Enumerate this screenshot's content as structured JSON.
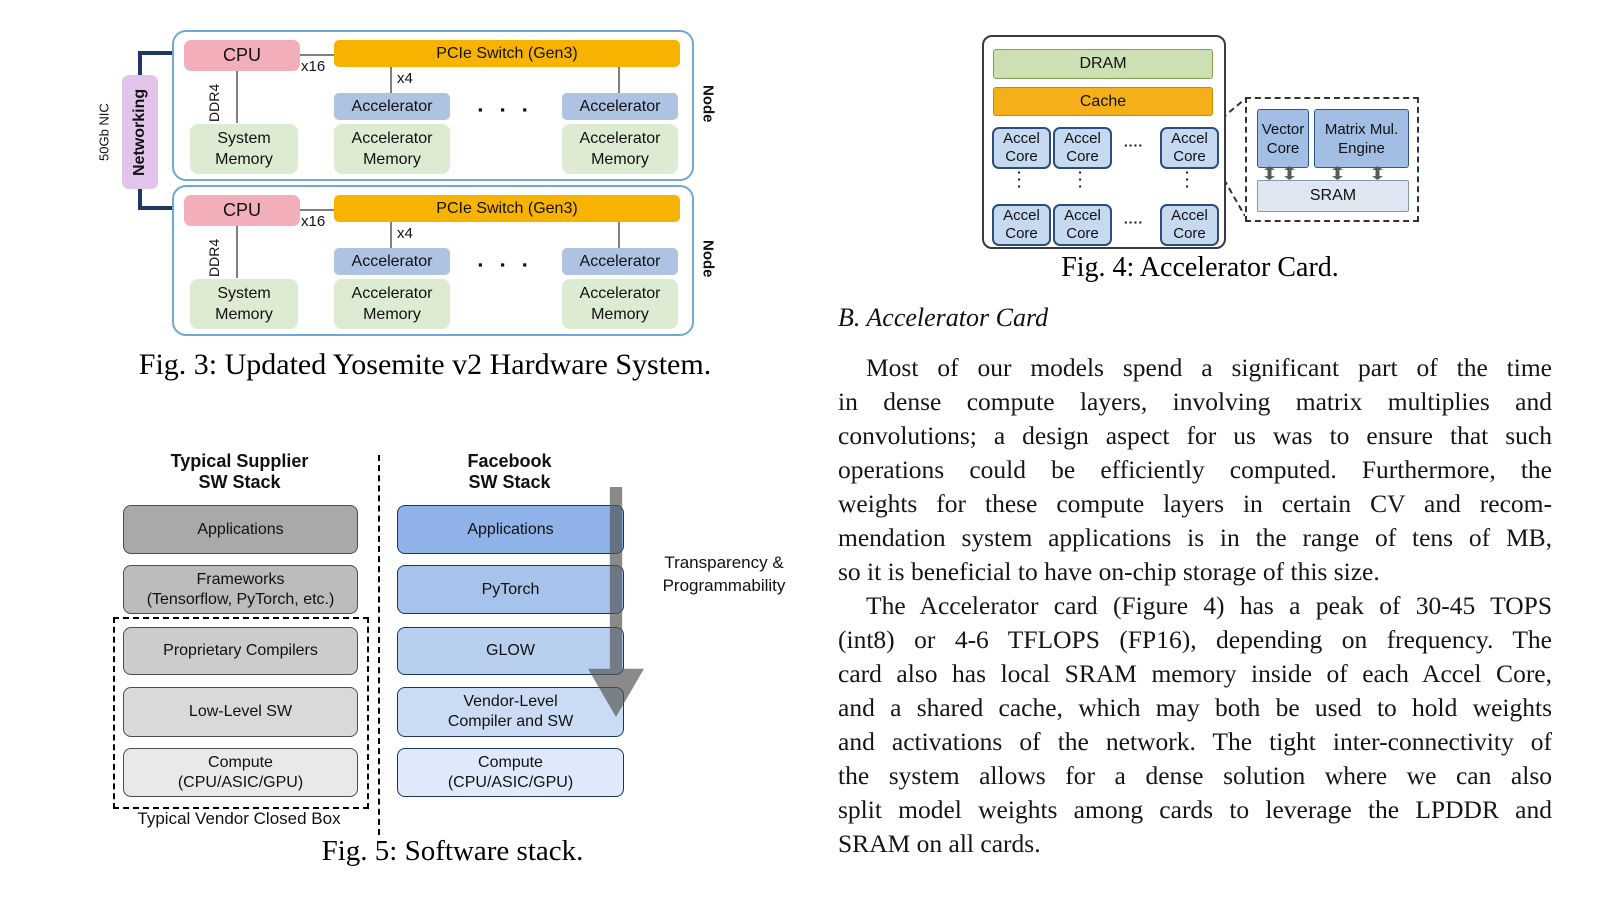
{
  "colors": {
    "node_border": "#6FA8D6",
    "cpu_pink": "#F2AFB9",
    "pcie_orange": "#F8B301",
    "accelerator_blue": "#AEC3E3",
    "memory_green": "#DDEBD3",
    "networking_lavender": "#E2C3EA",
    "network_link_navy": "#1F3864",
    "dram_green": "#CDE0B4",
    "cache_orange": "#F5AF19",
    "accel_core_blue": "#C5D9F1",
    "sram_gray_blue": "#DEE6F2",
    "fb_stack_blue": "#8FB3E8",
    "supplier_stack_gray": "#A9A9A9",
    "arrow_gray": "#525252"
  },
  "figure3": {
    "caption": "Fig. 3: Updated Yosemite v2 Hardware System.",
    "networking_label": "Networking",
    "nic_label": "50Gb NIC",
    "node": {
      "node_label": "Node",
      "cpu_label": "CPU",
      "pcie_label": "PCIe Switch (Gen3)",
      "x16_label": "x16",
      "x4_label": "x4",
      "ddr4_label": "DDR4",
      "accelerator_label": "Accelerator",
      "system_memory_label": "System\nMemory",
      "accelerator_memory_label": "Accelerator\nMemory",
      "dots": "▪ ▪ ▪"
    }
  },
  "figure4": {
    "caption": "Fig. 4: Accelerator Card.",
    "dram_label": "DRAM",
    "cache_label": "Cache",
    "accel_core_label": "Accel\nCore",
    "hdots": "▪▪▪▪",
    "vdots": "▪\n▪\n▪",
    "detail": {
      "vector_core_label": "Vector\nCore",
      "matrix_engine_label": "Matrix Mul.\nEngine",
      "sram_label": "SRAM"
    }
  },
  "figure5": {
    "caption": "Fig. 5: Software stack.",
    "left_header": "Typical Supplier\nSW Stack",
    "right_header": "Facebook\nSW Stack",
    "left_boxes": [
      "Applications",
      "Frameworks\n(Tensorflow, PyTorch, etc.)",
      "Proprietary Compilers",
      "Low-Level SW",
      "Compute\n(CPU/ASIC/GPU)"
    ],
    "right_boxes": [
      "Applications",
      "PyTorch",
      "GLOW",
      "Vendor-Level\nCompiler and SW",
      "Compute\n(CPU/ASIC/GPU)"
    ],
    "closed_box_label": "Typical Vendor Closed Box",
    "annotation": "Transparency &\nProgrammability"
  },
  "article": {
    "section_heading": "B. Accelerator Card",
    "para1_lines": [
      "Most of our models spend a significant part of the time",
      "in dense compute layers, involving matrix multiplies and",
      "convolutions; a design aspect for us was to ensure that such",
      "operations could be efficiently computed. Furthermore, the",
      "weights for these compute layers in certain CV and recom-",
      "mendation system applications is in the range of tens of MB,",
      "so it is beneficial to have on-chip storage of this size."
    ],
    "para2_lines": [
      "The Accelerator card (Figure 4) has a peak of 30-45 TOPS",
      "(int8) or 4-6 TFLOPS (FP16), depending on frequency. The",
      "card also has local SRAM memory inside of each Accel Core,",
      "and a shared cache, which may both be used to hold weights",
      "and activations of the network. The tight inter-connectivity of",
      "the system allows for a dense solution where we can also",
      "split model weights among cards to leverage the LPDDR and",
      "SRAM on all cards."
    ]
  }
}
